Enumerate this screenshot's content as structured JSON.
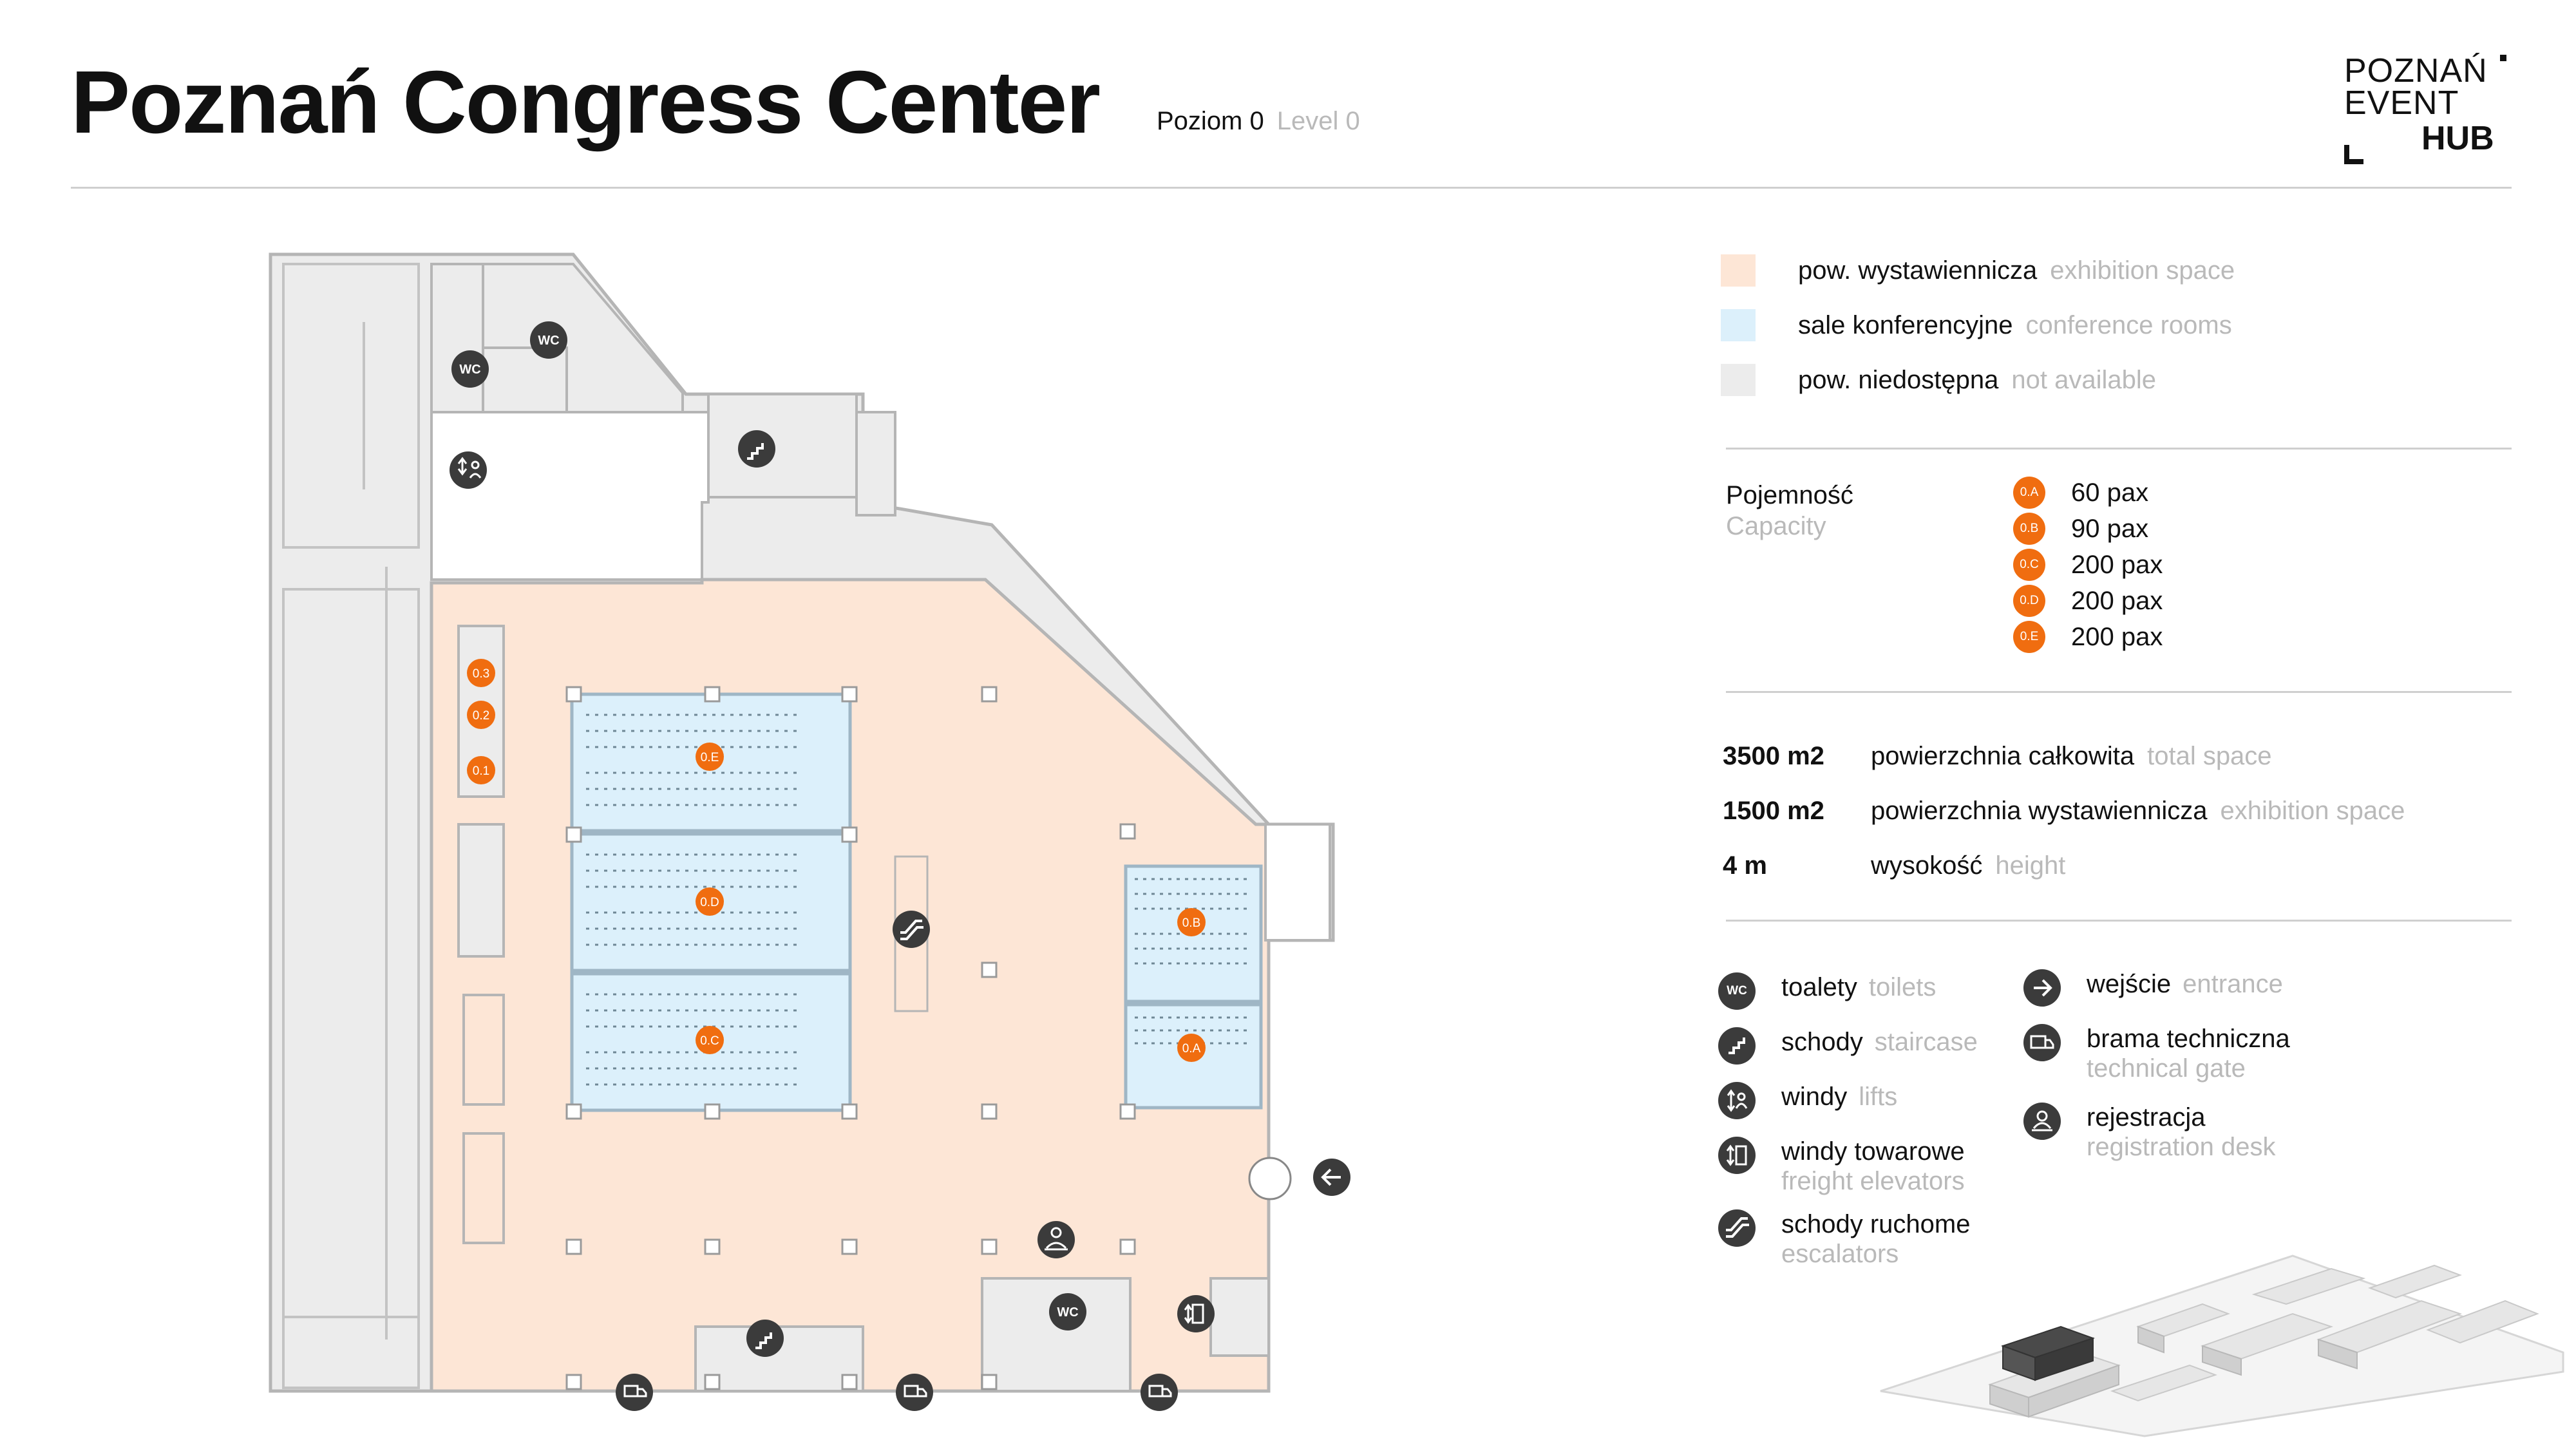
{
  "header": {
    "title": "Poznań Congress Center",
    "level_pl": "Poziom 0",
    "level_en": "Level 0",
    "logo": {
      "line1": "POZNAŃ",
      "line2": "EVENT",
      "line3": "HUB"
    }
  },
  "legend": {
    "areas": [
      {
        "pl": "pow. wystawiennicza",
        "en": "exhibition space",
        "color": "#fde6d6"
      },
      {
        "pl": "sale konferencyjne",
        "en": "conference rooms",
        "color": "#dcf0fb"
      },
      {
        "pl": "pow. niedostępna",
        "en": "not available",
        "color": "#ececec"
      }
    ]
  },
  "capacity": {
    "label_pl": "Pojemność",
    "label_en": "Capacity",
    "rooms": [
      {
        "id": "0.A",
        "value": "60 pax"
      },
      {
        "id": "0.B",
        "value": "90 pax"
      },
      {
        "id": "0.C",
        "value": "200 pax"
      },
      {
        "id": "0.D",
        "value": "200 pax"
      },
      {
        "id": "0.E",
        "value": "200 pax"
      }
    ]
  },
  "stats": [
    {
      "value": "3500 m2",
      "pl": "powierzchnia całkowita",
      "en": "total space"
    },
    {
      "value": "1500 m2",
      "pl": "powierzchnia wystawiennicza",
      "en": "exhibition space"
    },
    {
      "value": "4 m",
      "pl": "wysokość",
      "en": "height"
    }
  ],
  "icon_legend": {
    "left": [
      {
        "icon": "wc-icon",
        "pl": "toalety",
        "en": "toilets",
        "glyph": "WC"
      },
      {
        "icon": "staircase-icon",
        "pl": "schody",
        "en": "staircase",
        "glyph": ""
      },
      {
        "icon": "lift-icon",
        "pl": "windy",
        "en": "lifts",
        "glyph": ""
      },
      {
        "icon": "freight-elevator-icon",
        "pl": "windy towarowe",
        "en": "freight elevators",
        "glyph": ""
      },
      {
        "icon": "escalator-icon",
        "pl": "schody ruchome",
        "en": "escalators",
        "glyph": ""
      }
    ],
    "right": [
      {
        "icon": "entrance-icon",
        "pl": "wejście",
        "en": "entrance",
        "glyph": ""
      },
      {
        "icon": "technical-gate-icon",
        "pl": "brama techniczna",
        "en": "technical gate",
        "glyph": ""
      },
      {
        "icon": "registration-icon",
        "pl": "rejestracja",
        "en": "registration desk",
        "glyph": ""
      }
    ]
  },
  "map": {
    "colors": {
      "exhibition": "#fde6d6",
      "conference": "#dcf0fb",
      "unavailable": "#ececec",
      "marker": "#f06d10",
      "icon": "#3b3b3b",
      "wall": "#b5b5b5"
    },
    "room_labels": [
      "0.E",
      "0.D",
      "0.C",
      "0.B",
      "0.A",
      "0.3",
      "0.2",
      "0.1"
    ],
    "wc_label": "WC"
  }
}
